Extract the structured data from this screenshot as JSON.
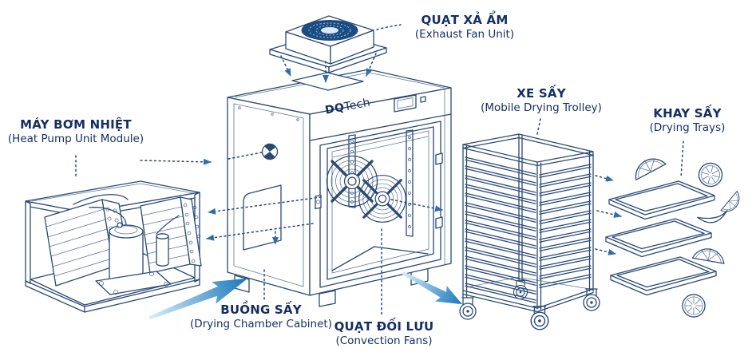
{
  "diagram": {
    "brand": {
      "bold": "DQ",
      "light": "Tech"
    },
    "labels": {
      "exhaust_fan": {
        "title": "QUẠT XẢ ẨM",
        "subtitle": "(Exhaust Fan Unit)"
      },
      "heat_pump": {
        "title": "MÁY BƠM NHIỆT",
        "subtitle": "(Heat Pump Unit Module)"
      },
      "chamber": {
        "title": "BUỒNG SẤY",
        "subtitle": "(Drying Chamber Cabinet)"
      },
      "convection_fans": {
        "title": "QUẠT ĐỐI LƯU",
        "subtitle": "(Convection Fans)"
      },
      "trolley": {
        "title": "XE SẤY",
        "subtitle": "(Mobile Drying Trolley)"
      },
      "trays": {
        "title": "KHAY SẤY",
        "subtitle": "(Drying Trays)"
      }
    },
    "colors": {
      "line": "#2a4a74",
      "text": "#152f63",
      "fan_dark": "#1b4c83",
      "arrow_tail": "#daeef9",
      "arrow_head": "#1677bb",
      "pointer": "#2f6ea9",
      "mesh": "#bccadd",
      "background": "#ffffff"
    }
  }
}
